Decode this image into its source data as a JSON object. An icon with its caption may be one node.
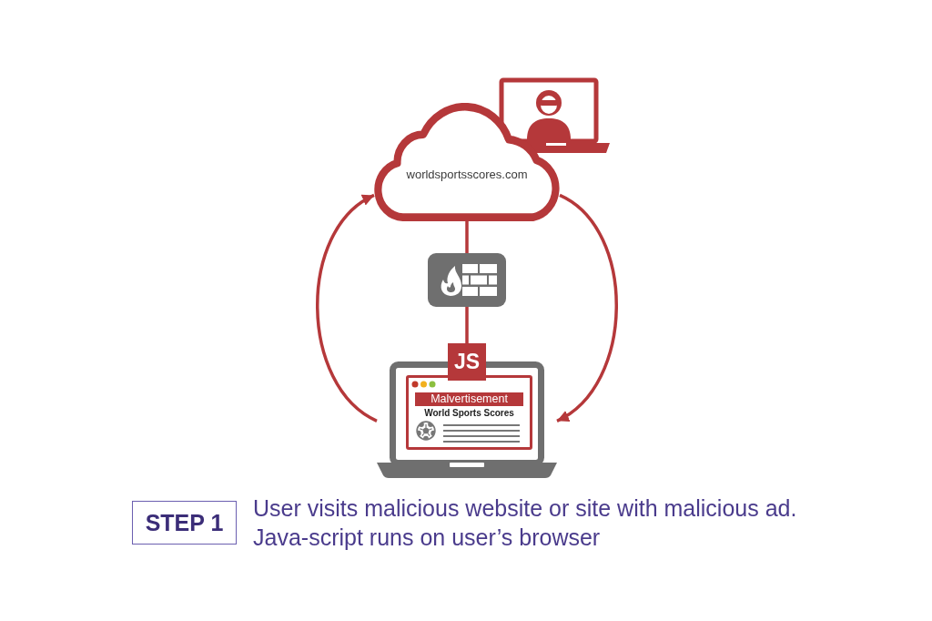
{
  "diagram": {
    "nodes": [
      {
        "text": [
          "worldsportsscores.com"
        ]
      },
      {
        "text": [],
        "shape": "picture"
      },
      {
        "text": [],
        "shape": "picture"
      },
      {
        "text": [
          "JS"
        ]
      },
      {
        "text": [],
        "shape": "picture"
      },
      {
        "text": [
          "World Sports Scores"
        ],
        "in": 4
      },
      {
        "text": [
          "Malvertisement"
        ],
        "in": 5
      },
      {
        "text": [
          "STEP 1"
        ],
        "beside": [
          "User visits malicious website or site with malicious ad. Java-script runs on user’s browser"
        ]
      }
    ],
    "edges": [
      {
        "from": 0,
        "to": 2,
        "arrow": "none"
      },
      {
        "from": 2,
        "to": 3,
        "arrow": "none"
      },
      {
        "from": 4,
        "to": 0,
        "arrow": "to"
      },
      {
        "from": 0,
        "to": 4,
        "arrow": "to"
      }
    ]
  }
}
